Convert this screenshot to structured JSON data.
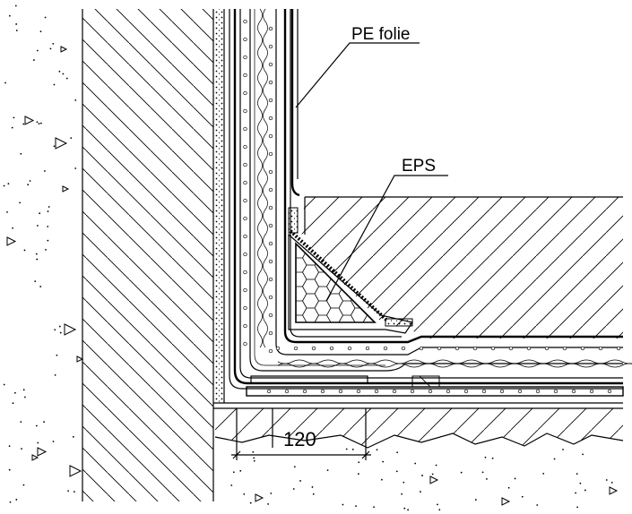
{
  "labels": {
    "pe_folie": "PE folie",
    "eps": "EPS",
    "dimension": "120"
  },
  "colors": {
    "ink": "#000000",
    "paper": "#ffffff"
  }
}
